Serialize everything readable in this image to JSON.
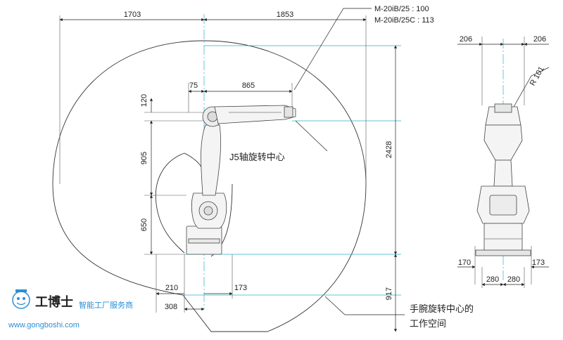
{
  "dims": {
    "top_left": "1703",
    "top_mid": "1853",
    "arm_offset": "75",
    "arm_length": "865",
    "top_height": "120",
    "upper_arm": "905",
    "base_height": "650",
    "total_height": "2428",
    "bottom_depth": "917",
    "base_right": "210",
    "base_front": "173",
    "base_left": "308",
    "side_left": "206",
    "side_right": "206",
    "side_radius": "R 101",
    "side_bot_left": "170",
    "side_bot_right": "173",
    "side_base_l": "280",
    "side_base_r": "280"
  },
  "models": {
    "line1": "M-20iB/25   : 100",
    "line2": "M-20iB/25C : 113"
  },
  "labels": {
    "j5_center": "J5轴旋转中心",
    "wrist_area_1": "手腕旋转中心的",
    "wrist_area_2": "工作空间"
  },
  "watermark": {
    "brand": "工博士",
    "subtitle": "智能工厂服务商",
    "url": "www.gongboshi.com",
    "color": "#2a8fd6"
  }
}
